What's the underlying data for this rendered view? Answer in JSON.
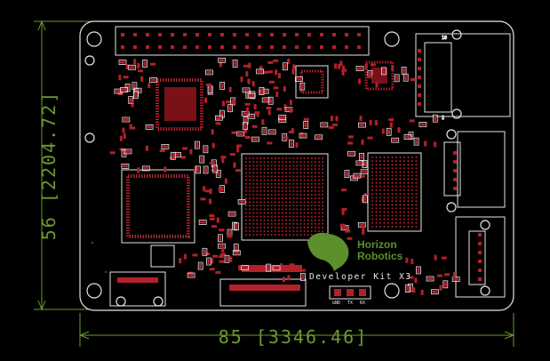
{
  "dimensions": {
    "width_label": "85 [3346.46]",
    "height_label": "56 [2204.72]"
  },
  "branding": {
    "logo_line1": "Horizon",
    "logo_line2": "Robotics",
    "board_name": "Developer Kit X3"
  },
  "connector_labels": [
    "GND",
    "TX",
    "RX"
  ],
  "colors": {
    "board_outline": "#e6e6e6",
    "copper_pad": "#b3202a",
    "silkscreen": "#e8e8e8",
    "dimension_lines": "#6b9a2f",
    "logo_green": "#5d8f2a"
  }
}
